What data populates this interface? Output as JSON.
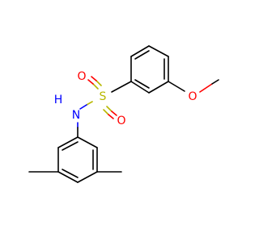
{
  "molecule": {
    "atoms": {
      "sulfur": {
        "label": "S",
        "color": "#b8b800"
      },
      "oxygen_top": {
        "label": "O",
        "color": "#ff0000"
      },
      "oxygen_bottom": {
        "label": "O",
        "color": "#ff0000"
      },
      "oxygen_methoxy": {
        "label": "O",
        "color": "#ff0000"
      },
      "nitrogen": {
        "label": "N",
        "color": "#0000ff"
      },
      "hydrogen": {
        "label": "H",
        "color": "#0000ff"
      }
    },
    "bond_color": "#000000"
  }
}
